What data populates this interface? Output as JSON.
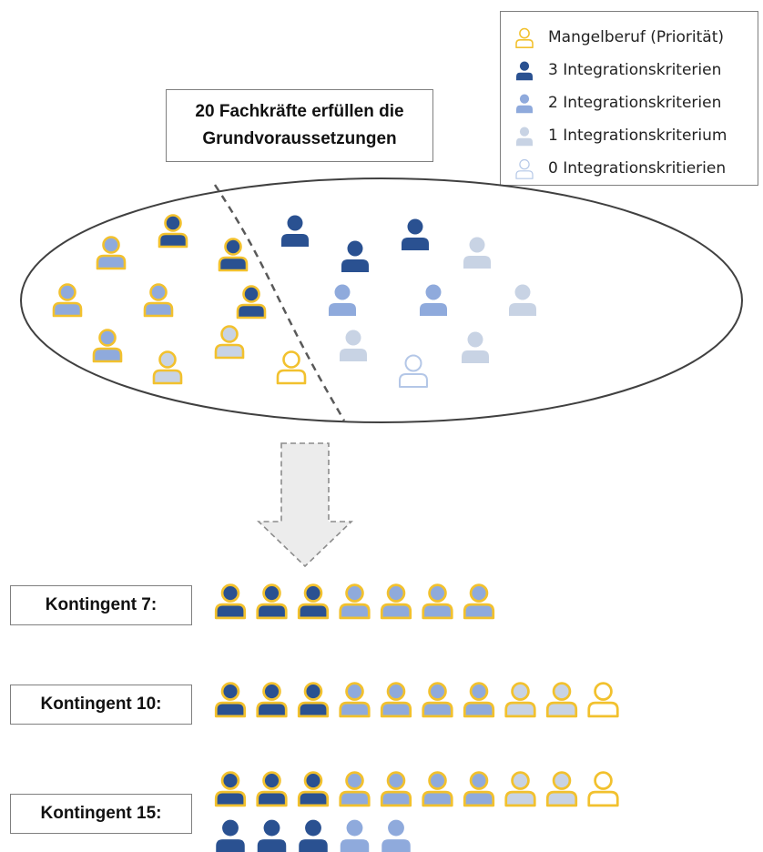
{
  "colors": {
    "mangel_outline": "#f2c12e",
    "level3": "#2a5191",
    "level2": "#8faadc",
    "level1": "#c8d3e4",
    "level0": "#ffffff",
    "level0_outline": "#b4c7e7",
    "box_border": "#7f7f7f"
  },
  "legend": [
    {
      "label": "Mangelberuf (Priorität)",
      "icon": "person-outline-yellow-icon"
    },
    {
      "label": "3 Integrationskriterien",
      "icon": "person-dark-blue-icon"
    },
    {
      "label": "2 Integrationskriterien",
      "icon": "person-medium-blue-icon"
    },
    {
      "label": "1 Integrationskriterium",
      "icon": "person-light-blue-icon"
    },
    {
      "label": "0 Integrationskritierien",
      "icon": "person-white-icon"
    }
  ],
  "title": {
    "line1": "20 Fachkräfte erfüllen die",
    "line2": "Grundvoraussetzungen"
  },
  "pool": {
    "mangelberuf": [
      3,
      3,
      3,
      2,
      2,
      2,
      2,
      1,
      1,
      0
    ],
    "other": [
      3,
      3,
      3,
      2,
      2,
      1,
      1,
      1,
      1,
      0
    ]
  },
  "kontingente": [
    {
      "label": "Kontingent 7:",
      "rows": [
        [
          {
            "l": 3,
            "m": true
          },
          {
            "l": 3,
            "m": true
          },
          {
            "l": 3,
            "m": true
          },
          {
            "l": 2,
            "m": true
          },
          {
            "l": 2,
            "m": true
          },
          {
            "l": 2,
            "m": true
          },
          {
            "l": 2,
            "m": true
          }
        ]
      ]
    },
    {
      "label": "Kontingent 10:",
      "rows": [
        [
          {
            "l": 3,
            "m": true
          },
          {
            "l": 3,
            "m": true
          },
          {
            "l": 3,
            "m": true
          },
          {
            "l": 2,
            "m": true
          },
          {
            "l": 2,
            "m": true
          },
          {
            "l": 2,
            "m": true
          },
          {
            "l": 2,
            "m": true
          },
          {
            "l": 1,
            "m": true
          },
          {
            "l": 1,
            "m": true
          },
          {
            "l": 0,
            "m": true
          }
        ]
      ]
    },
    {
      "label": "Kontingent 15:",
      "rows": [
        [
          {
            "l": 3,
            "m": true
          },
          {
            "l": 3,
            "m": true
          },
          {
            "l": 3,
            "m": true
          },
          {
            "l": 2,
            "m": true
          },
          {
            "l": 2,
            "m": true
          },
          {
            "l": 2,
            "m": true
          },
          {
            "l": 2,
            "m": true
          },
          {
            "l": 1,
            "m": true
          },
          {
            "l": 1,
            "m": true
          },
          {
            "l": 0,
            "m": true
          }
        ],
        [
          {
            "l": 3,
            "m": false
          },
          {
            "l": 3,
            "m": false
          },
          {
            "l": 3,
            "m": false
          },
          {
            "l": 2,
            "m": false
          },
          {
            "l": 2,
            "m": false
          }
        ]
      ]
    }
  ]
}
